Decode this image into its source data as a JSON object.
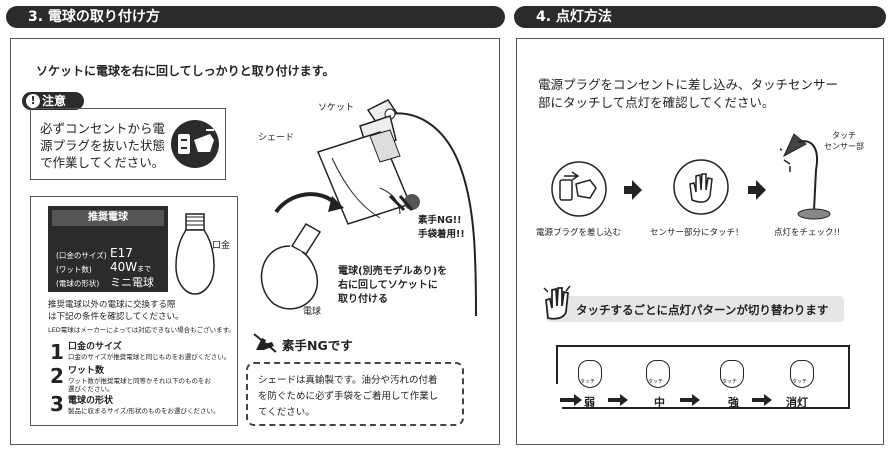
{
  "left": {
    "header": "3. 電球の取り付け方",
    "subtitle": "ソケットに電球を右に回してしっかりと取り付けます。",
    "caution": {
      "label": "注意",
      "lines": [
        "必ずコンセントから電",
        "源プラグを抜いた状態",
        "で作業してください。"
      ]
    },
    "recommended": {
      "title": "推奨電球",
      "rows": [
        {
          "label": "(口金のサイズ)",
          "value": "E17"
        },
        {
          "label": "(ワット数)",
          "value": "40W",
          "suffix": "まで"
        },
        {
          "label": "(電球の形状)",
          "value": "ミニ電球"
        }
      ],
      "base_label": "口金",
      "note1": "推奨電球以外の電球に交換する際",
      "note2": "は下記の条件を確認してください。",
      "note3": "LED電球はメーカーによっては対応できない場合もございます。"
    },
    "conditions": [
      {
        "num": "1",
        "title": "口金のサイズ",
        "desc1": "口金のサイズが推奨電球と同じものをお選びください。",
        "desc2": ""
      },
      {
        "num": "2",
        "title": "ワット数",
        "desc1": "ワット数が推奨電球と同等かそれ以下のものをお",
        "desc2": "選びください。"
      },
      {
        "num": "3",
        "title": "電球の形状",
        "desc1": "製品に収まるサイズ/形状のものをお選びください。",
        "desc2": ""
      }
    ],
    "diagram": {
      "socket": "ソケット",
      "shade": "シェード",
      "bulb": "電球",
      "ng1": "素手NG!!",
      "ng2": "手袋着用!!",
      "instr1": "電球(別売モデルあり)を",
      "instr2": "右に回してソケットに",
      "instr3": "取り付ける"
    },
    "ng_title": "素手NGです",
    "ng_note": [
      "シェードは真鍮製です。油分や汚れの付着",
      "を防ぐために必ず手袋をご着用して作業し",
      "てください。"
    ]
  },
  "right": {
    "header": "4. 点灯方法",
    "intro": [
      "電源プラグをコンセントに差し込み、タッチセンサー",
      "部にタッチして点灯を確認してください。"
    ],
    "steps": [
      "電源プラグを差し込む",
      "センサー部分にタッチ！",
      "点灯をチェック!!"
    ],
    "sensor_label": [
      "タッチ",
      "センサー部"
    ],
    "banner": "タッチするごとに点灯パターンが切り替わります",
    "pattern_touch": "タッチ",
    "patterns": [
      "弱",
      "中",
      "強",
      "消灯"
    ]
  }
}
